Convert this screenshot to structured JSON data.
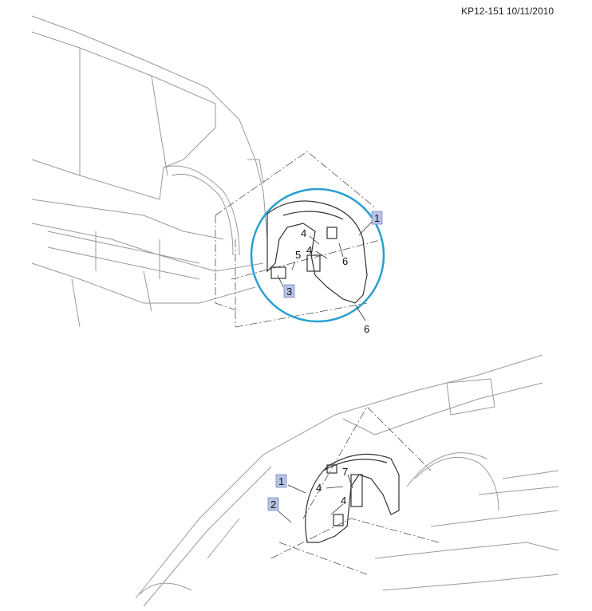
{
  "header": {
    "code_date": "KP12-151 10/11/2010"
  },
  "colors": {
    "detail_circle": "#2a9fd0",
    "callout_box": "#b7c3e6"
  },
  "top_view": {
    "callouts": {
      "c1": "1",
      "c3": "3",
      "c4a": "4",
      "c4b": "4",
      "c5": "5",
      "c6a": "6",
      "c6b": "6"
    }
  },
  "bottom_view": {
    "callouts": {
      "c1": "1",
      "c2": "2",
      "c4a": "4",
      "c4b": "4",
      "c7": "7"
    }
  }
}
